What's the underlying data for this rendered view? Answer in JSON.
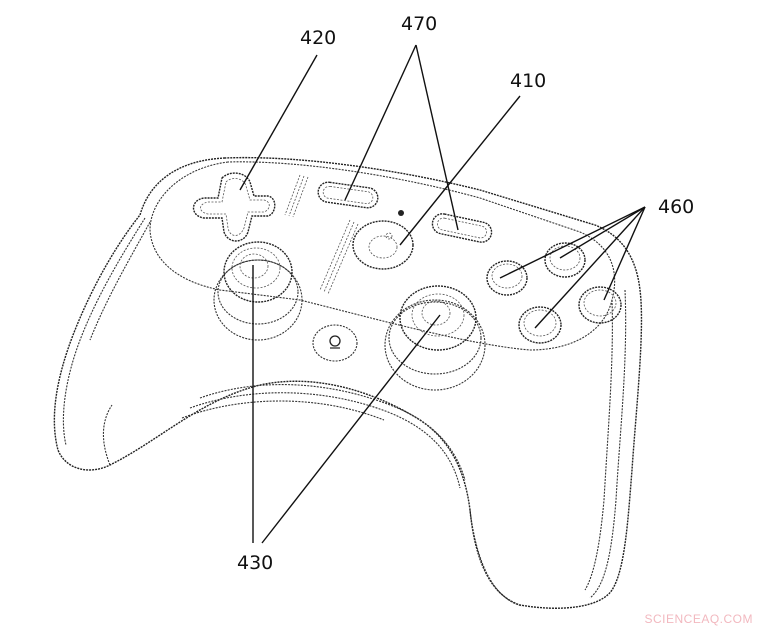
{
  "figure": {
    "subject": "game controller patent drawing",
    "labels": [
      {
        "id": "420",
        "text": "420",
        "target": "d-pad"
      },
      {
        "id": "470",
        "text": "470",
        "target": "menu buttons"
      },
      {
        "id": "410",
        "text": "410",
        "target": "home button"
      },
      {
        "id": "460",
        "text": "460",
        "target": "face buttons"
      },
      {
        "id": "430",
        "text": "430",
        "target": "thumbsticks"
      }
    ],
    "watermark": "SCIENCEAQ.COM",
    "colors": {
      "line": "#222222",
      "background": "#ffffff",
      "watermark": "#f2b8bf"
    }
  }
}
